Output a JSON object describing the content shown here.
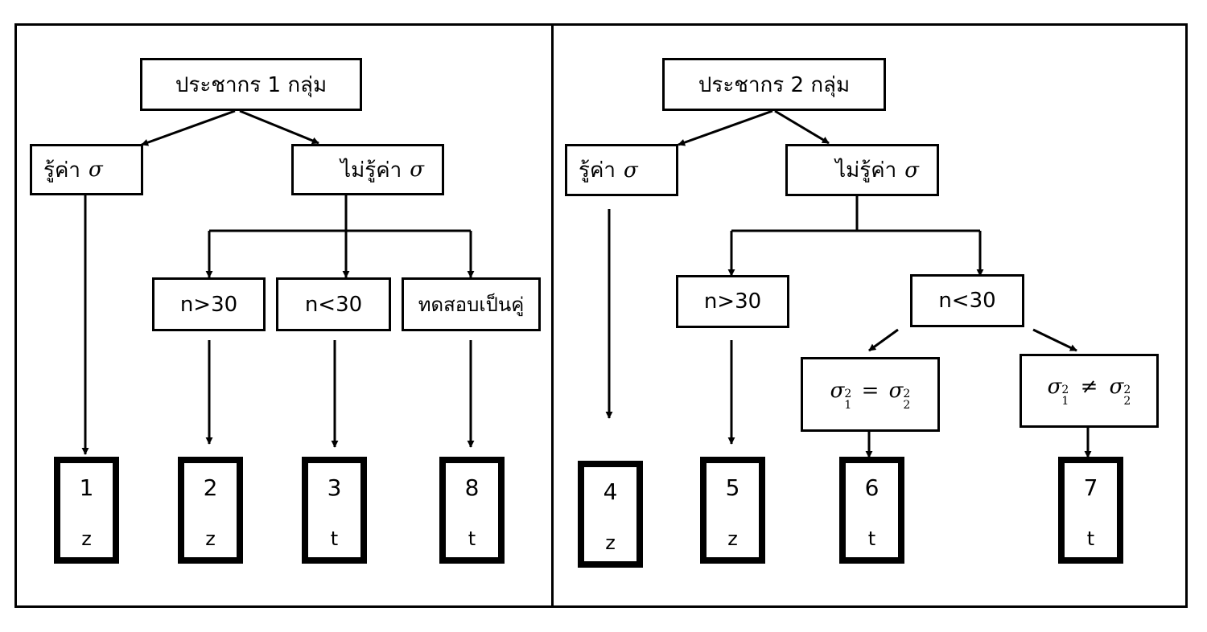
{
  "left": {
    "root": "ประชากร 1 กลุ่ม",
    "known": "รู้ค่า",
    "unknown": "ไม่รู้ค่า",
    "sigma": "σ",
    "n_gt": "n>30",
    "n_lt": "n<30",
    "paired": "ทดสอบเป็นคู่",
    "leaves": [
      {
        "num": "1",
        "label": "z"
      },
      {
        "num": "2",
        "label": "z"
      },
      {
        "num": "3",
        "label": "t"
      },
      {
        "num": "8",
        "label": "t"
      }
    ]
  },
  "right": {
    "root": "ประชากร 2 กลุ่ม",
    "known": "รู้ค่า",
    "unknown": "ไม่รู้ค่า",
    "sigma": "σ",
    "n_gt": "n>30",
    "n_lt": "n<30",
    "equal_var": {
      "sigma": "σ",
      "sub1": "1",
      "sub2": "2",
      "sup": "2",
      "op": "="
    },
    "unequal_var": {
      "sigma": "σ",
      "sub1": "1",
      "sub2": "2",
      "sup": "2",
      "op": "≠"
    },
    "leaves": [
      {
        "num": "4",
        "label": "z"
      },
      {
        "num": "5",
        "label": "z"
      },
      {
        "num": "6",
        "label": "t"
      },
      {
        "num": "7",
        "label": "t"
      }
    ]
  }
}
